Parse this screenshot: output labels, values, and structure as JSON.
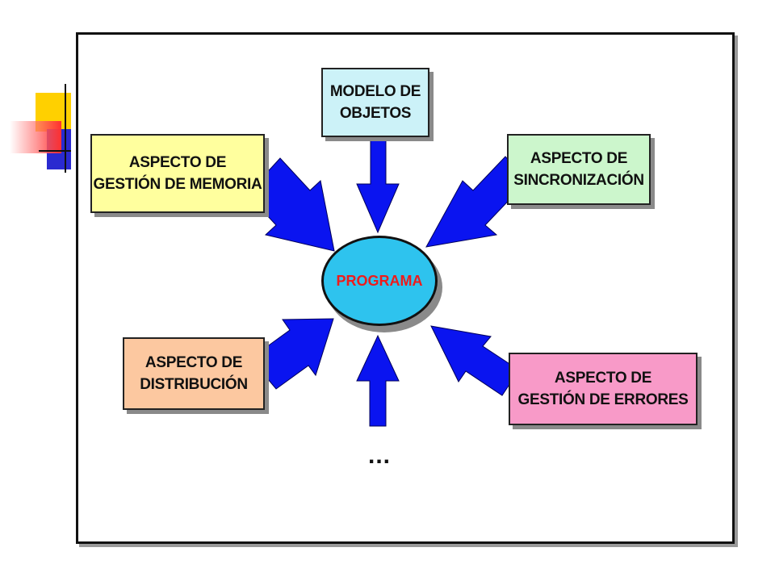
{
  "diagram": {
    "center_label": "PROGRAMA",
    "boxes": {
      "objetos": {
        "line1": "MODELO DE",
        "line2": "OBJETOS"
      },
      "memoria": {
        "line1": "ASPECTO DE",
        "line2": "GESTIÓN DE MEMORIA"
      },
      "sincro": {
        "line1": "ASPECTO DE",
        "line2": "SINCRONIZACIÓN"
      },
      "distrib": {
        "line1": "ASPECTO DE",
        "line2": "DISTRIBUCIÓN"
      },
      "errores": {
        "line1": "ASPECTO DE",
        "line2": "GESTIÓN DE ERRORES"
      }
    },
    "more_label": "...",
    "colors": {
      "arrow": "#0a14f0",
      "center_fill": "#2ec3ee",
      "center_text": "#ee1b1b",
      "objetos": "#ccf2f8",
      "memoria": "#ffff9e",
      "sincro": "#ccf6cc",
      "distrib": "#fcc8a0",
      "errores": "#f89ac8"
    }
  }
}
